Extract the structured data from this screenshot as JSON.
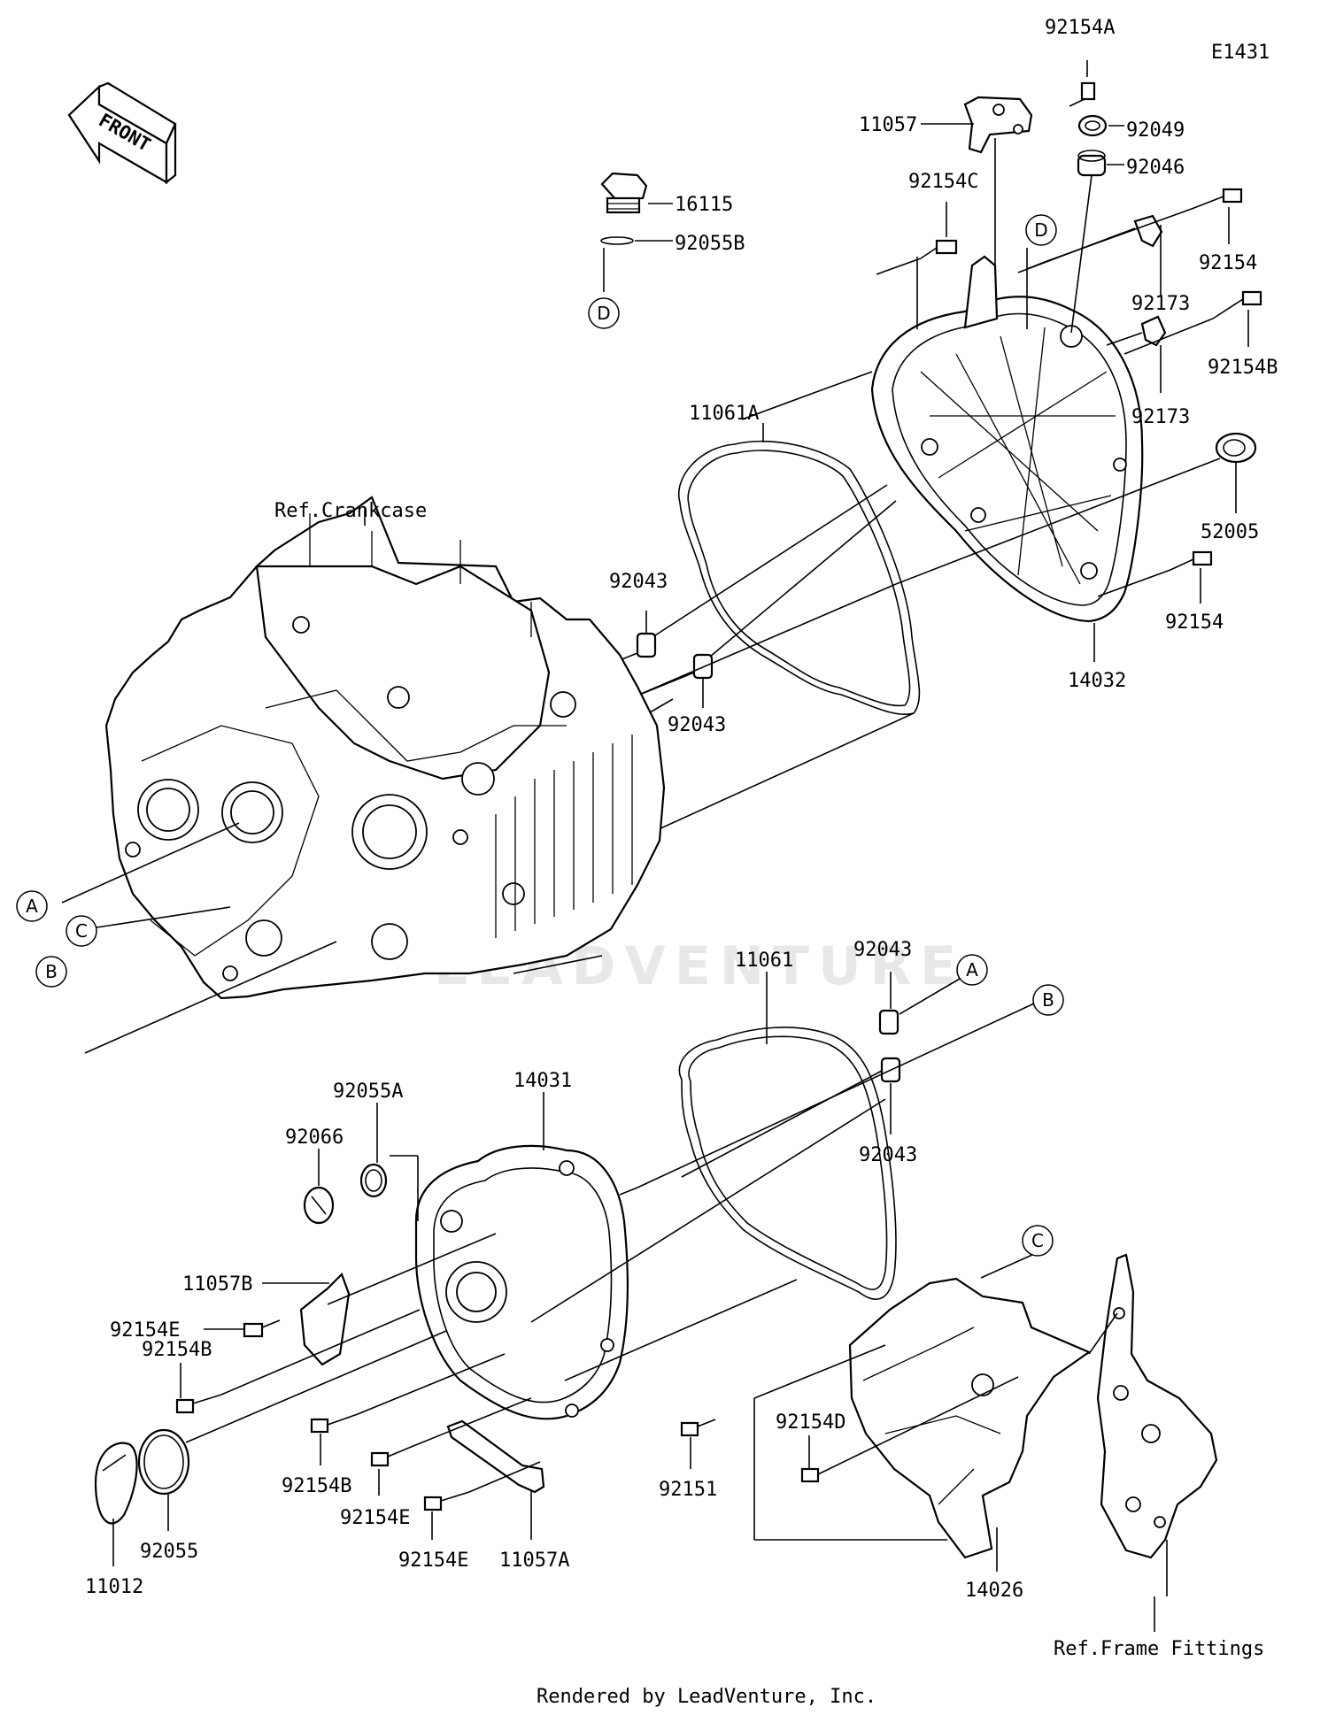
{
  "diagram_code": "E1431",
  "front_label": "FRONT",
  "watermark": "LEADVENTURE",
  "footer": "Rendered by LeadVenture, Inc.",
  "refs": {
    "crankcase": "Ref.Crankcase",
    "frame_fittings": "Ref.Frame Fittings"
  },
  "callouts": {
    "a_top": "A",
    "a_bottom": "A",
    "b_top": "B",
    "b_bottom": "B",
    "c_top": "C",
    "c_bottom": "C",
    "d_top": "D",
    "d_bottom": "D"
  },
  "labels": {
    "p92154A": "92154A",
    "p11057": "11057",
    "p92049": "92049",
    "p92046": "92046",
    "p16115": "16115",
    "p92055B": "92055B",
    "p92154C": "92154C",
    "p92154_top": "92154",
    "p92173_a": "92173",
    "p92154B_top": "92154B",
    "p92173_b": "92173",
    "p11061A": "11061A",
    "p52005": "52005",
    "p92043_a": "92043",
    "p92043_b": "92043",
    "p92154_mid": "92154",
    "p14032": "14032",
    "p11061": "11061",
    "p92043_c": "92043",
    "p92043_d": "92043",
    "p14031": "14031",
    "p92055A": "92055A",
    "p92066": "92066",
    "p11057B": "11057B",
    "p92154E_a": "92154E",
    "p92154B_a": "92154B",
    "p92154B_b": "92154B",
    "p92154E_b": "92154E",
    "p92154E_c": "92154E",
    "p11057A": "11057A",
    "p92055": "92055",
    "p11012": "11012",
    "p92154D": "92154D",
    "p92151": "92151",
    "p14026": "14026"
  }
}
